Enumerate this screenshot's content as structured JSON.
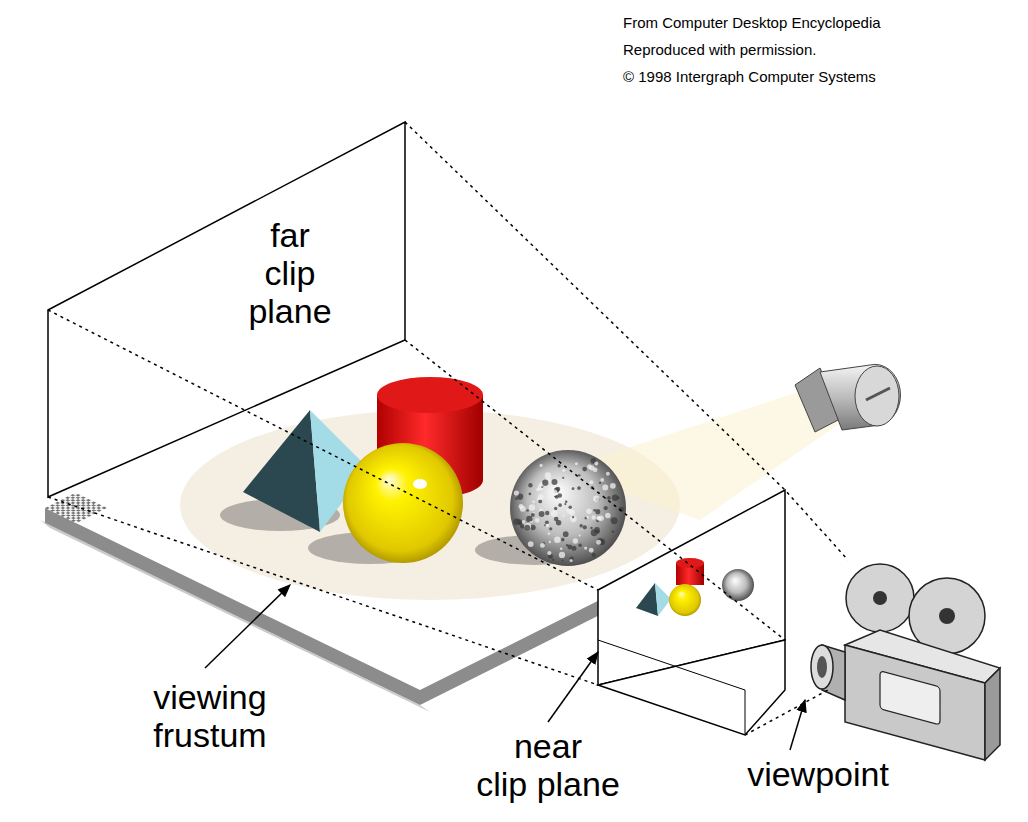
{
  "diagram": {
    "labels": [
      "From Computer Desktop Encyclopedia",
      "Reproduced with permission.",
      "© 1998 Intergraph Computer Systems",
      "far clip plane",
      "viewing frustum",
      "near clip plane",
      "viewpoint"
    ]
  }
}
